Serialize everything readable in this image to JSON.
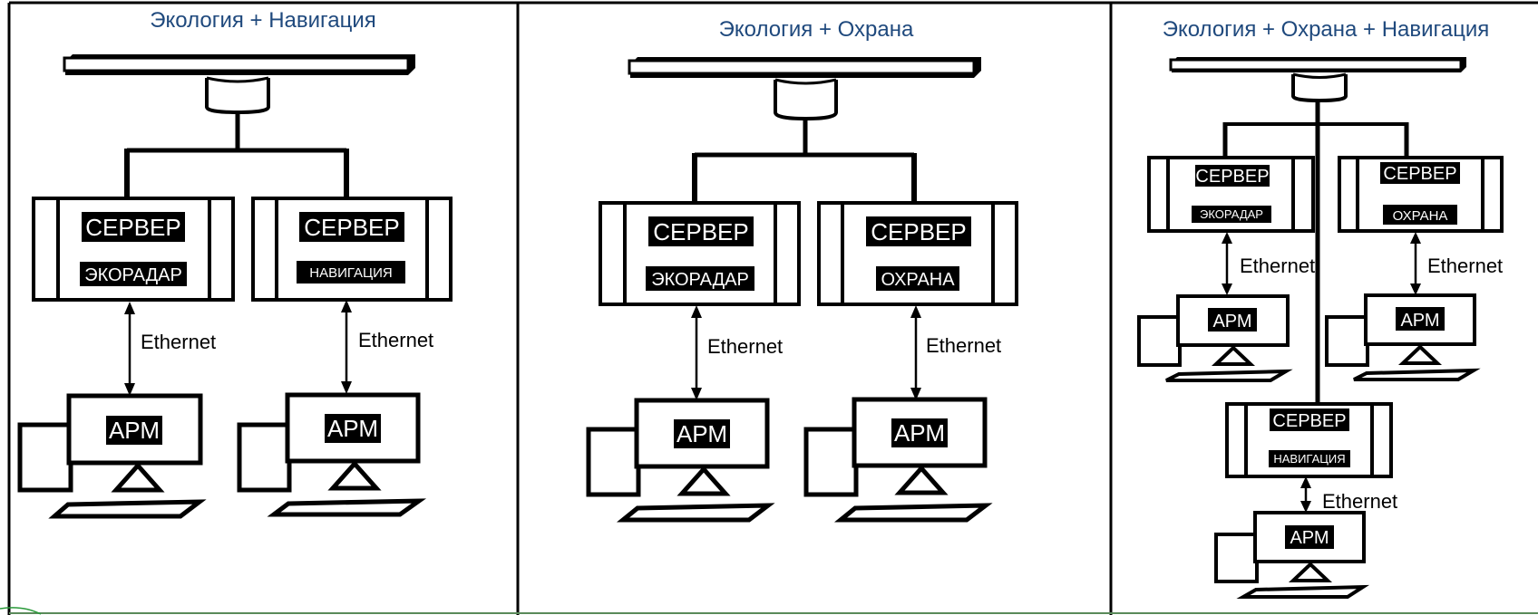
{
  "panels": [
    {
      "title": "Экология + Навигация"
    },
    {
      "title": "Экология + Охрана"
    },
    {
      "title": "Экология + Охрана + Навигация"
    }
  ],
  "labels": {
    "server": "СЕРВЕР",
    "ecoradar": "ЭКОРАДАР",
    "navigation": "НАВИГАЦИЯ",
    "security": "ОХРАНА",
    "workstation": "АРМ",
    "ethernet": "Ethernet"
  }
}
